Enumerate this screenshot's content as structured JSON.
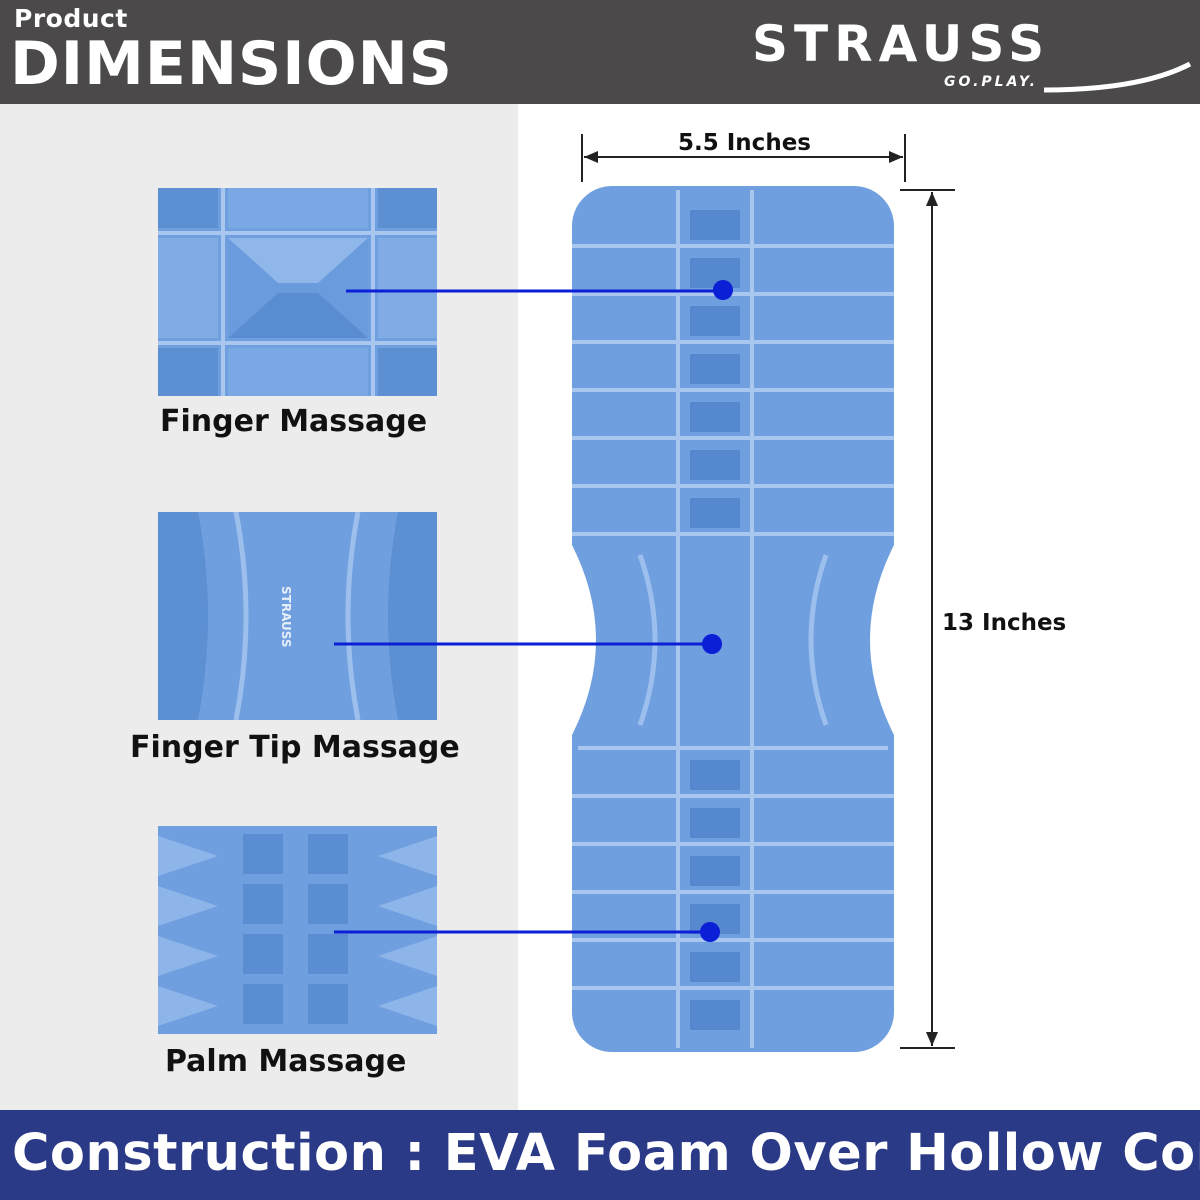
{
  "header": {
    "small_title": "Product",
    "big_title": "DIMENSIONS",
    "brand_name": "STRAUSS",
    "brand_tagline": "GO.PLAY."
  },
  "features": [
    {
      "label": "Finger Massage",
      "icon": "finger-massage-texture"
    },
    {
      "label": "Finger Tip Massage",
      "icon": "finger-tip-massage-texture",
      "imprint": "STRAUSS"
    },
    {
      "label": "Palm Massage",
      "icon": "palm-massage-texture"
    }
  ],
  "dimensions": {
    "width_label": "5.5 Inches",
    "height_label": "13 Inches"
  },
  "footer": {
    "text": "Construction : EVA Foam Over Hollow Core"
  },
  "colors": {
    "header_bg": "#4b4949",
    "footer_bg": "#2b3a87",
    "foam_blue": "#6f9fdf",
    "callout_blue": "#0b1fd6"
  }
}
